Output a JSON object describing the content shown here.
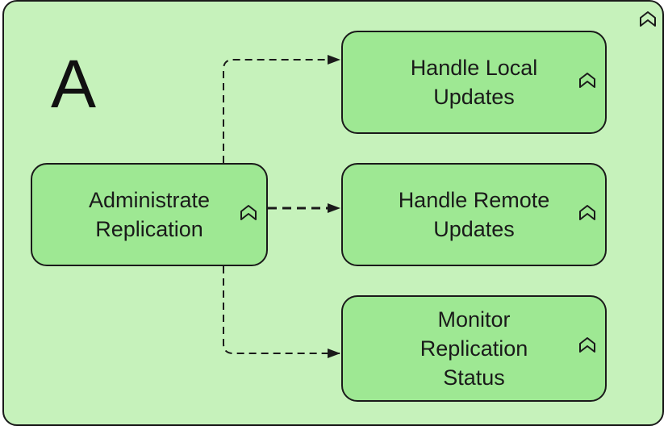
{
  "diagram": {
    "container": {
      "label": "A",
      "icon": "function-chevron-icon"
    },
    "nodes": [
      {
        "id": "administrate-replication",
        "label": "Administrate\nReplication",
        "icon": "function-chevron-icon"
      },
      {
        "id": "handle-local-updates",
        "label": "Handle Local\nUpdates",
        "icon": "function-chevron-icon"
      },
      {
        "id": "handle-remote-updates",
        "label": "Handle Remote\nUpdates",
        "icon": "function-chevron-icon"
      },
      {
        "id": "monitor-replication-status",
        "label": "Monitor\nReplication\nStatus",
        "icon": "function-chevron-icon"
      }
    ],
    "edges": [
      {
        "from": "administrate-replication",
        "to": "handle-local-updates",
        "style": "dashed"
      },
      {
        "from": "administrate-replication",
        "to": "handle-remote-updates",
        "style": "dashed"
      },
      {
        "from": "administrate-replication",
        "to": "monitor-replication-status",
        "style": "dashed"
      }
    ],
    "colors": {
      "container_fill": "#c6f2bb",
      "node_fill": "#9ee893",
      "stroke": "#1a1a1a"
    }
  }
}
